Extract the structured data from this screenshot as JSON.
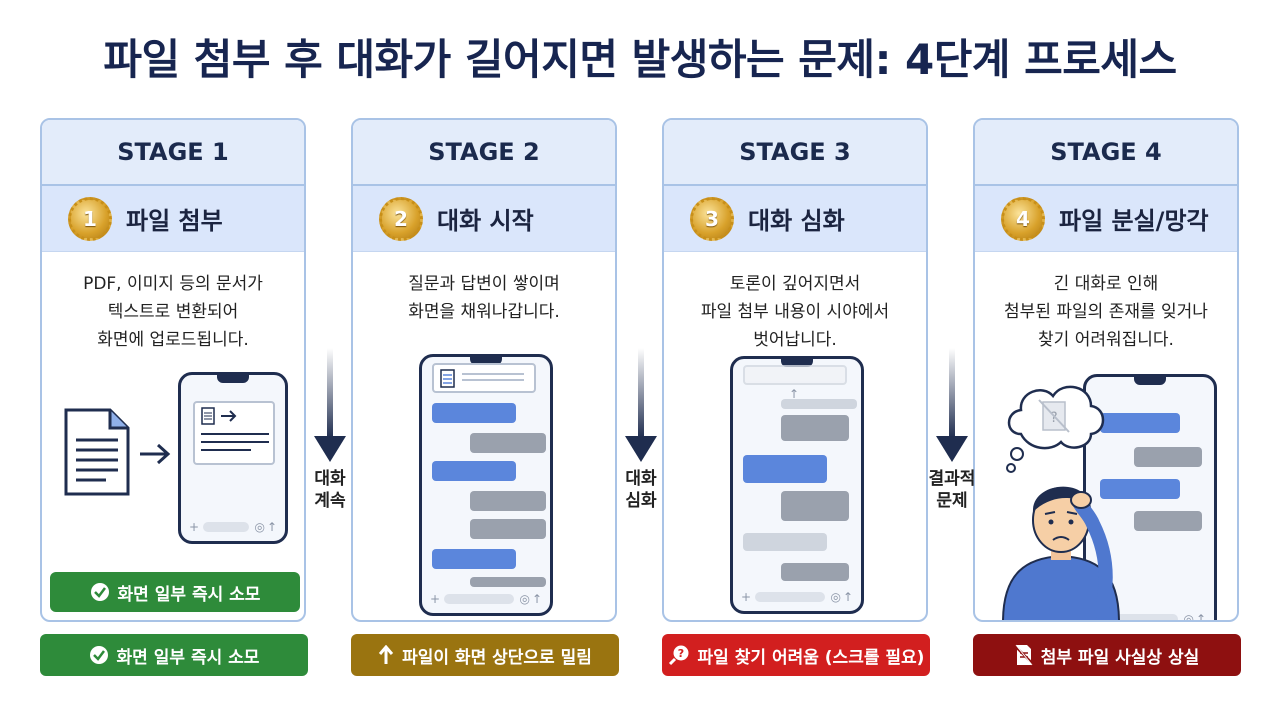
{
  "title": "파일 첨부 후 대화가 길어지면 발생하는 문제: 4단계 프로세스",
  "stages": [
    {
      "stage_label": "STAGE 1",
      "number": "1",
      "step_title": "파일 첨부",
      "desc": [
        "PDF, 이미지 등의 문서가",
        "텍스트로 변환되어",
        "화면에 업로드됩니다."
      ],
      "inner_badge": "화면 일부 즉시 소모",
      "bottom_badge": "화면 일부 즉시 소모"
    },
    {
      "stage_label": "STAGE 2",
      "number": "2",
      "step_title": "대화 시작",
      "desc": [
        "질문과 답변이 쌓이며",
        "화면을 채워나갑니다."
      ],
      "bottom_badge": "파일이 화면 상단으로 밀림"
    },
    {
      "stage_label": "STAGE 3",
      "number": "3",
      "step_title": "대화 심화",
      "desc": [
        "토론이 깊어지면서",
        "파일 첨부 내용이 시야에서",
        "벗어납니다."
      ],
      "bottom_badge": "파일 찾기 어려움 (스크롤 필요)"
    },
    {
      "stage_label": "STAGE 4",
      "number": "4",
      "step_title": "파일 분실/망각",
      "desc": [
        "긴 대화로 인해",
        "첨부된 파일의 존재를 잊거나",
        "찾기 어려워집니다."
      ],
      "bottom_badge": "첨부 파일 사실상 상실"
    }
  ],
  "connectors": [
    {
      "label_line1": "대화",
      "label_line2": "계속"
    },
    {
      "label_line1": "대화",
      "label_line2": "심화"
    },
    {
      "label_line1": "결과적",
      "label_line2": "문제"
    }
  ],
  "colors": {
    "badge_green": "#2e8b3a",
    "badge_olive": "#9a7410",
    "badge_red": "#d21f1f",
    "badge_darkred": "#8e1010",
    "accent_blue": "#5b86dc"
  },
  "icons": [
    "document-icon",
    "right-arrow-icon",
    "check-circle-icon",
    "up-arrow-icon",
    "question-search-icon",
    "no-file-icon",
    "thought-bubble-icon",
    "confused-person-icon",
    "down-arrow-icon"
  ]
}
